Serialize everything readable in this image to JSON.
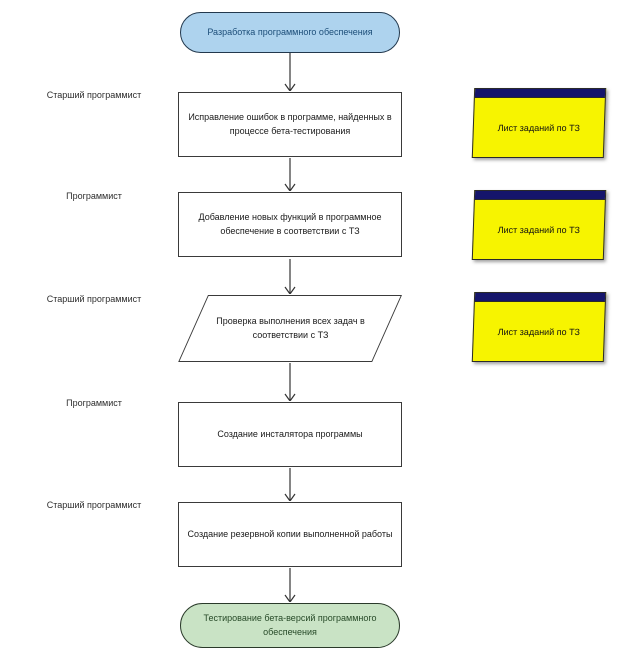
{
  "flow": {
    "start": "Разработка программного обеспечения",
    "end": "Тестирование бета-версий программного обеспечения",
    "steps": [
      {
        "role": "Старший программист",
        "label": "Исправление ошибок в программе, найденных в процессе бета-тестирования"
      },
      {
        "role": "Программист",
        "label": "Добавление новых функций в программное обеспечение в соответствии с ТЗ"
      },
      {
        "role": "Старший программист",
        "label": "Проверка выполнения всех задач в соответствии с ТЗ"
      },
      {
        "role": "Программист",
        "label": "Создание инсталятора программы"
      },
      {
        "role": "Старший программист",
        "label": "Создание резервной копии выполненной работы"
      }
    ],
    "notes": [
      {
        "label": "Лист заданий по ТЗ"
      },
      {
        "label": "Лист заданий по ТЗ"
      },
      {
        "label": "Лист заданий по ТЗ"
      }
    ]
  },
  "colors": {
    "start_fill": "#aed3ee",
    "start_text": "#1d4e79",
    "end_fill": "#c9e3c5",
    "end_text": "#274a28",
    "note_header": "#15156b",
    "note_body": "#f7f400",
    "shape_border": "#3a3a3a",
    "arrow": "#333333"
  }
}
